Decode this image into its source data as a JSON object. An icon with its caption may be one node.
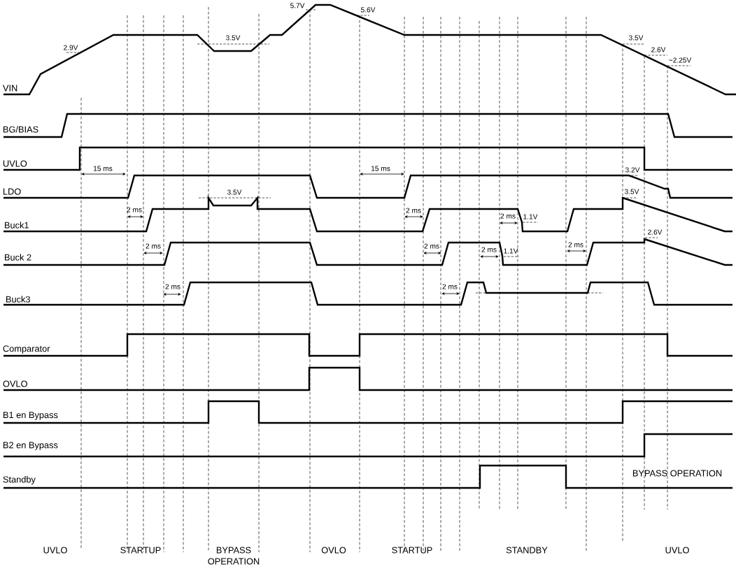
{
  "diagram": {
    "labels": [
      "5.7V",
      "5.6V",
      "2.9V",
      "3.5V",
      "3.5V",
      "2.6V",
      "~2.25V",
      "VIN",
      "BG/BIAS",
      "UVLO",
      "15 ms",
      "15 ms",
      "3.2V",
      "LDO",
      "3.5V",
      "3.5V",
      "2 ms",
      "2 ms",
      "2 ms",
      "1.1V",
      "Buck1",
      "2.6V",
      "2 ms",
      "2 ms",
      "2 ms",
      "1.1V",
      "2 ms",
      "Buck 2",
      "2 ms",
      "2 ms",
      "Buck3",
      "Comparator",
      "OVLO",
      "B1 en Bypass",
      "B2 en Bypass",
      "BYPASS OPERATION",
      "Standby",
      "UVLO",
      "STARTUP",
      "BYPASS OPERATION",
      "OVLO",
      "STARTUP",
      "STANDBY",
      "UVLO"
    ]
  }
}
